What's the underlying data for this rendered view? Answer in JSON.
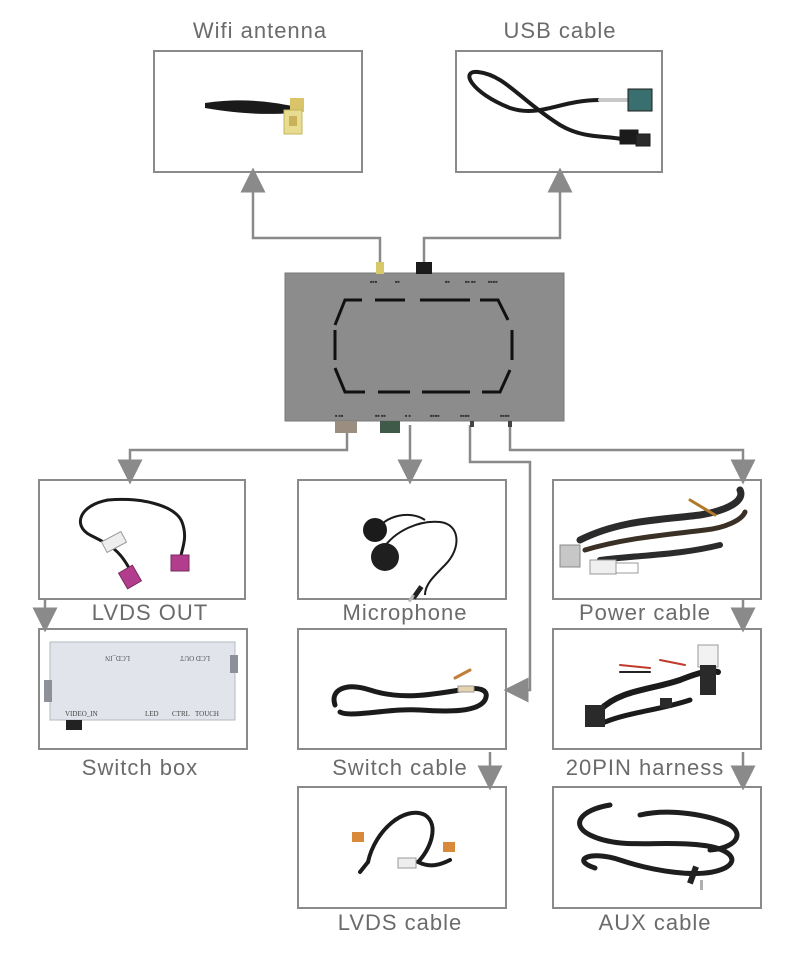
{
  "components": {
    "wifi_antenna": "Wifi antenna",
    "usb_cable": "USB cable",
    "lvds_out": "LVDS OUT",
    "microphone": "Microphone",
    "power_cable": "Power cable",
    "switch_box": "Switch box",
    "switch_cable": "Switch cable",
    "harness_20pin": "20PIN harness",
    "lvds_cable": "LVDS cable",
    "aux_cable": "AUX cable"
  },
  "switch_box_text": {
    "video_in": "VIDEO_IN",
    "led": "LED",
    "ctrl": "CTRL",
    "touch": "TOUCH",
    "lcd_out": "LCD OUT",
    "lcd_in": "LCD_IN"
  },
  "colors": {
    "line": "#8a8a8a",
    "label": "#6b6b6b",
    "module": "#8c8c8c"
  }
}
